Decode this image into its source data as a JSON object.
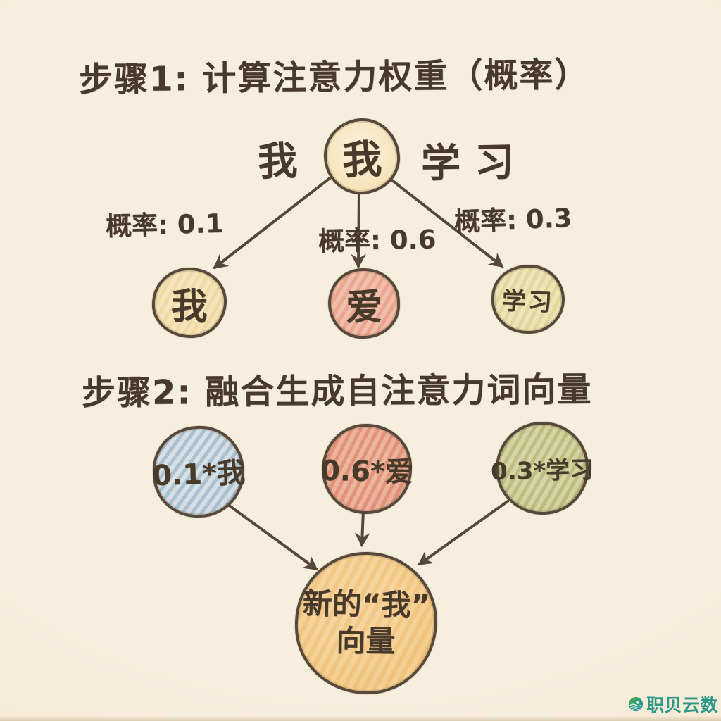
{
  "step1": {
    "title": "步骤1: 计算注意力权重（概率）",
    "context_left": "我",
    "query_node": "我",
    "context_right": "学习",
    "edges": [
      {
        "label": "概率: 0.1",
        "target": "我"
      },
      {
        "label": "概率: 0.6",
        "target": "爱"
      },
      {
        "label": "概率: 0.3",
        "target": "学习"
      }
    ],
    "token_nodes": [
      {
        "label": "我"
      },
      {
        "label": "爱"
      },
      {
        "label": "学习"
      }
    ]
  },
  "step2": {
    "title": "步骤2: 融合生成自注意力词向量",
    "weighted_nodes": [
      {
        "label": "0.1*我"
      },
      {
        "label": "0.6*爱"
      },
      {
        "label": "0.3*学习"
      }
    ],
    "output_node": {
      "line1": "新的“我”",
      "line2": "向量"
    }
  },
  "brand": {
    "name": "职贝云数"
  },
  "colors": {
    "paper": "#f5edda",
    "ink": "#483a2b",
    "stroke": "#5c4d3e",
    "node_query": "#f7e5c2",
    "node_me": "#f3dfb0",
    "node_love": "#efb6a0",
    "node_study": "#e9e0ab",
    "node_weighted_me": "#ccd8de",
    "node_weighted_love": "#e8a78f",
    "node_weighted_study": "#cbcb94",
    "node_output": "#f3cd8e",
    "brand_teal": "#2e9886"
  }
}
